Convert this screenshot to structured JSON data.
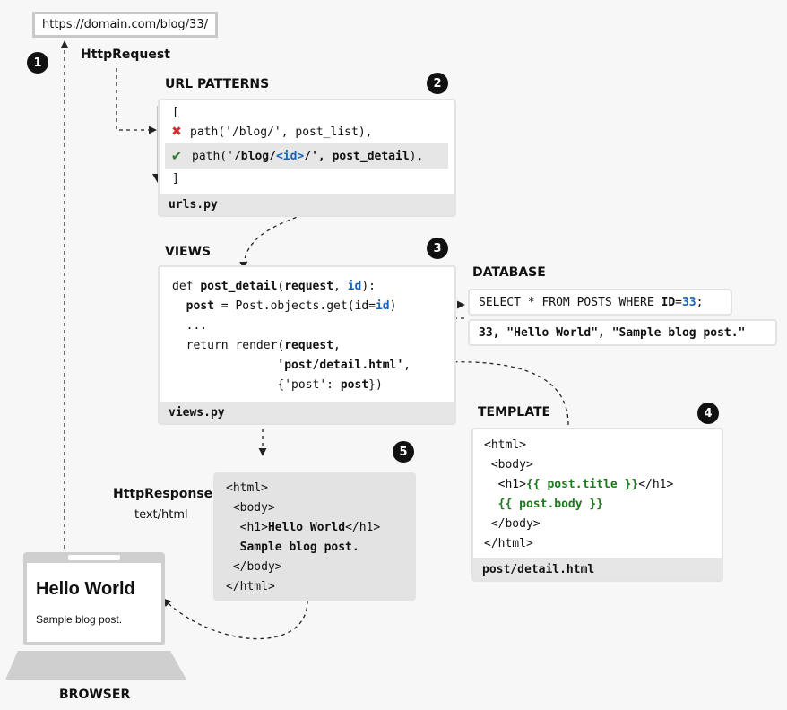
{
  "url_bar": {
    "url": "https://domain.com/blog/33/"
  },
  "steps": {
    "s1": "1",
    "s2": "2",
    "s3": "3",
    "s4": "4",
    "s5": "5"
  },
  "http_request": {
    "label": "HttpRequest"
  },
  "url_patterns": {
    "title": "URL PATTERNS",
    "open_bracket": "[",
    "close_bracket": "]",
    "row1": {
      "icon": "cross-icon",
      "code": "path('/blog/', post_list),"
    },
    "row2": {
      "icon": "check-icon",
      "p1": "path('",
      "p2": "/blog/",
      "p3": "<id>",
      "p4": "/', ",
      "p5": "post_detail",
      "p6": "),"
    },
    "filename": "urls.py"
  },
  "views": {
    "title": "VIEWS",
    "l1": {
      "a": "def ",
      "b": "post_detail",
      "c": "(",
      "d": "request",
      "e": ", ",
      "f": "id",
      "g": "):"
    },
    "l2": {
      "a": "  ",
      "b": "post",
      "c": " = Post.objects.get(id=",
      "d": "id",
      "e": ")"
    },
    "l3": "  ...",
    "l4": {
      "a": "  return render(",
      "b": "request",
      "c": ","
    },
    "l5": {
      "a": "               ",
      "b": "'post/detail.html'",
      "c": ","
    },
    "l6": {
      "a": "               {'post': ",
      "b": "post",
      "c": "})"
    },
    "filename": "views.py"
  },
  "database": {
    "title": "DATABASE",
    "query": {
      "a": "SELECT * FROM POSTS WHERE ",
      "b": "ID",
      "c": "=",
      "d": "33",
      "e": ";"
    },
    "result": "33, \"Hello World\", \"Sample blog post.\""
  },
  "template": {
    "title": "TEMPLATE",
    "l1": "<html>",
    "l2": " <body>",
    "l3": {
      "a": "  <h1>",
      "b": "{{ post.title }}",
      "c": "</h1>"
    },
    "l4": {
      "a": "  ",
      "b": "{{ post.body }}"
    },
    "l5": " </body>",
    "l6": "</html>",
    "filename": "post/detail.html"
  },
  "http_response": {
    "label": "HttpResponse",
    "sublabel": "text/html",
    "l1": "<html>",
    "l2": " <body>",
    "l3": {
      "a": "  <h1>",
      "b": "Hello World",
      "c": "</h1>"
    },
    "l4": "  Sample blog post.",
    "l5": " </body>",
    "l6": "</html>"
  },
  "browser": {
    "label": "BROWSER",
    "page_title": "Hello World",
    "page_body": "Sample blog post."
  },
  "colors": {
    "accent_blue": "#1565c0",
    "accent_green": "#1b7a1b",
    "error_red": "#d32f2f",
    "success_green": "#2e7d32"
  }
}
